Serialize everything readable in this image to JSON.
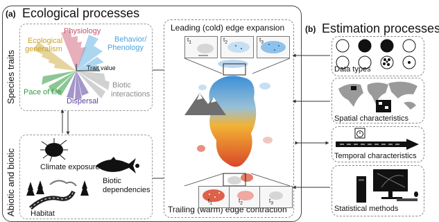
{
  "panel_a": {
    "letter": "(a)",
    "title": "Ecological processes",
    "species_traits_label": "Species traits",
    "abiotic_biotic_label": "Abiotic and biotic",
    "traits": {
      "physiology": "Physiology",
      "ecological_generalism_1": "Ecological",
      "ecological_generalism_2": "generalism",
      "behavior_1": "Behavior/",
      "behavior_2": "Phenology",
      "trait_value": "Trait value",
      "biotic_1": "Biotic",
      "biotic_2": "interactions",
      "pace_of_life": "Pace of life",
      "dispersal": "Dispersal"
    },
    "abiotic": {
      "climate_exposure": "Climate exposure",
      "biotic_dep_1": "Biotic",
      "biotic_dep_2": "dependencies",
      "habitat": "Habitat"
    },
    "range": {
      "leading": "Leading (cold) edge expansion",
      "trailing": "Trailing (warm) edge contraction",
      "t1": "t",
      "sub1": "1",
      "sub2": "2",
      "sub3": "3"
    }
  },
  "panel_b": {
    "letter": "(b)",
    "title": "Estimation processes",
    "items": [
      "Data types",
      "Spatial characteristics",
      "Temporal characteristics",
      "Statistical methods"
    ]
  },
  "colors": {
    "physiology": "#c9506b",
    "generalism": "#c9a227",
    "behavior": "#4aa3dc",
    "biotic": "#9b9b9b",
    "pace": "#2e9a3d",
    "dispersal": "#5b3fa0",
    "range_top": "#3a8fd8",
    "range_mid": "#f2b233",
    "range_bottom": "#d9472b"
  }
}
